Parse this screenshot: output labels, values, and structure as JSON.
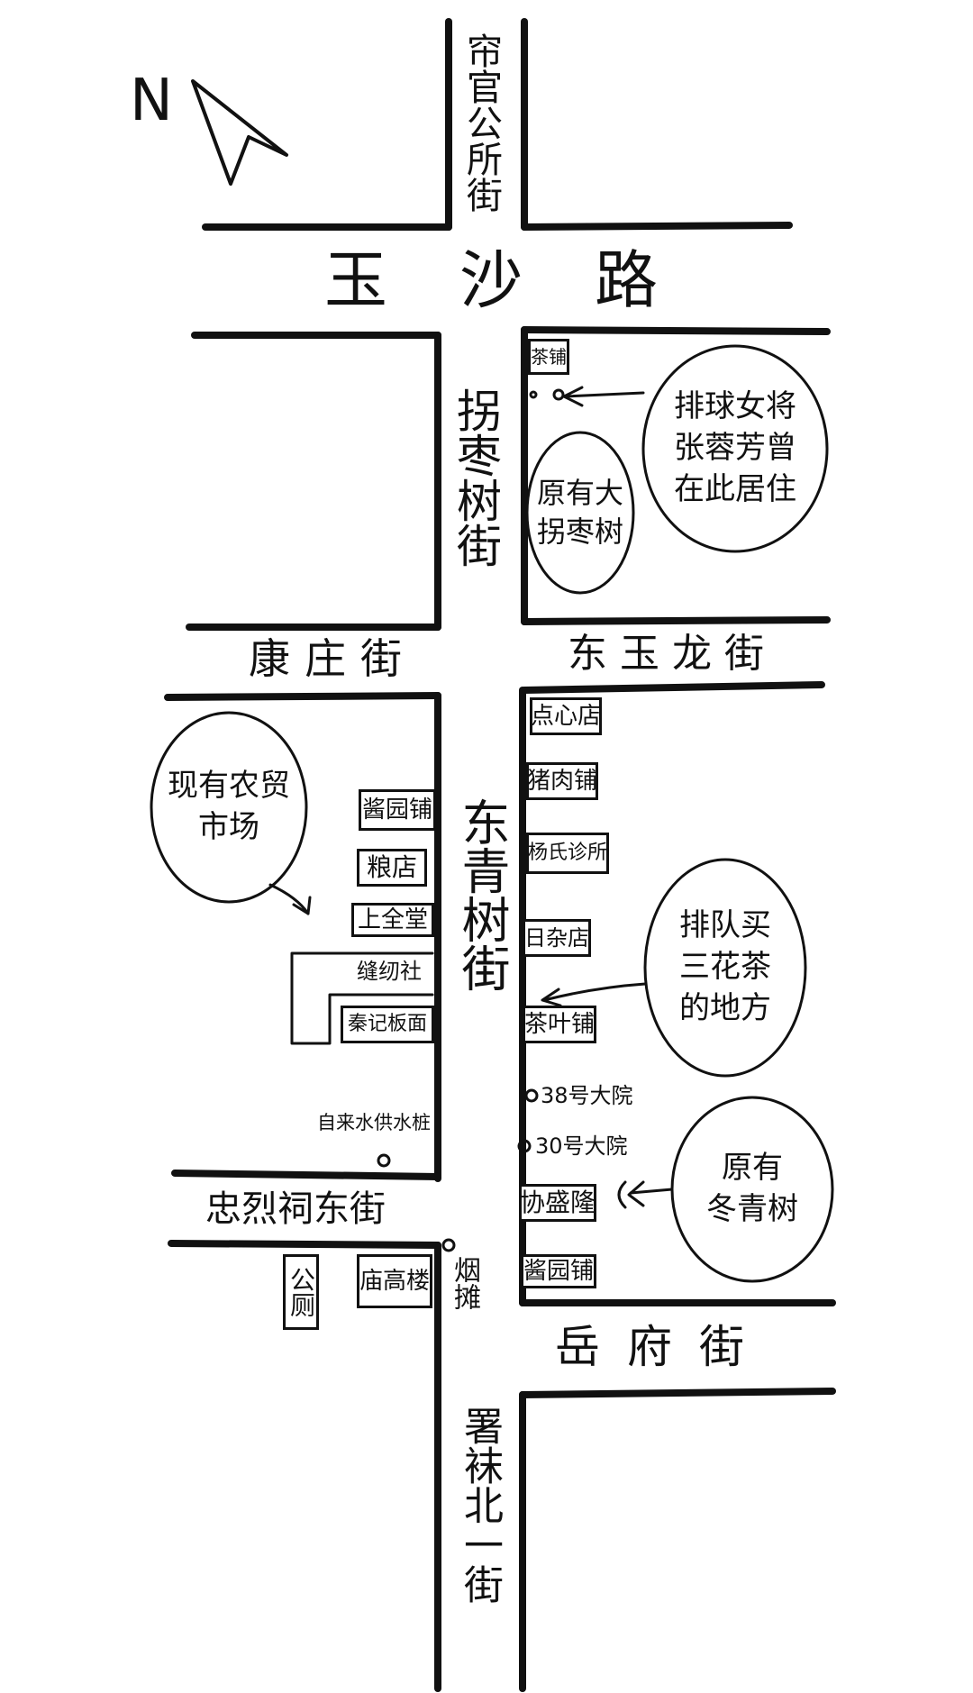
{
  "compass": {
    "north_label": "N",
    "icon": "north-arrow-icon"
  },
  "streets": {
    "lianguan": "帘官公所街",
    "yusha": "玉沙路",
    "guaizaoshu": "拐枣树街",
    "kangzhuang": "康庄街",
    "dongyulong": "东玉龙街",
    "dongqingshu": "东青树街",
    "zhonglieci": "忠烈祠东街",
    "yuefu": "岳府街",
    "shuwa": "署袜北一街"
  },
  "west_side": {
    "jiangyuan": "酱园铺",
    "liangdian": "粮店",
    "shangquantang": "上全堂",
    "fengren": "缝纫社",
    "banmian": "秦记板面",
    "water_tap": "自来水供水桩",
    "toilet": "公厕",
    "miaogaolou": "庙高楼",
    "tobacco": "烟摊"
  },
  "east_side": {
    "tea_shop": "茶铺",
    "dianxin": "点心店",
    "pork": "猪肉铺",
    "clinic": "杨氏诊所",
    "grocery": "日杂店",
    "tea_leaf": "茶叶铺",
    "courtyard_38": "38号大院",
    "courtyard_30": "30号大院",
    "xieshenglong": "协盛隆",
    "jiangyuan": "酱园铺"
  },
  "notes": {
    "volleyball": [
      "排球女将",
      "张蓉芳曾",
      "在此居住"
    ],
    "old_tree": [
      "原有大",
      "拐枣树"
    ],
    "market": [
      "现有农贸",
      "市场"
    ],
    "tea_queue": [
      "排队买",
      "三花茶",
      "的地方"
    ],
    "holly": [
      "原有",
      "冬青树"
    ]
  },
  "colors": {
    "ink": "#111111",
    "paper": "#ffffff"
  }
}
